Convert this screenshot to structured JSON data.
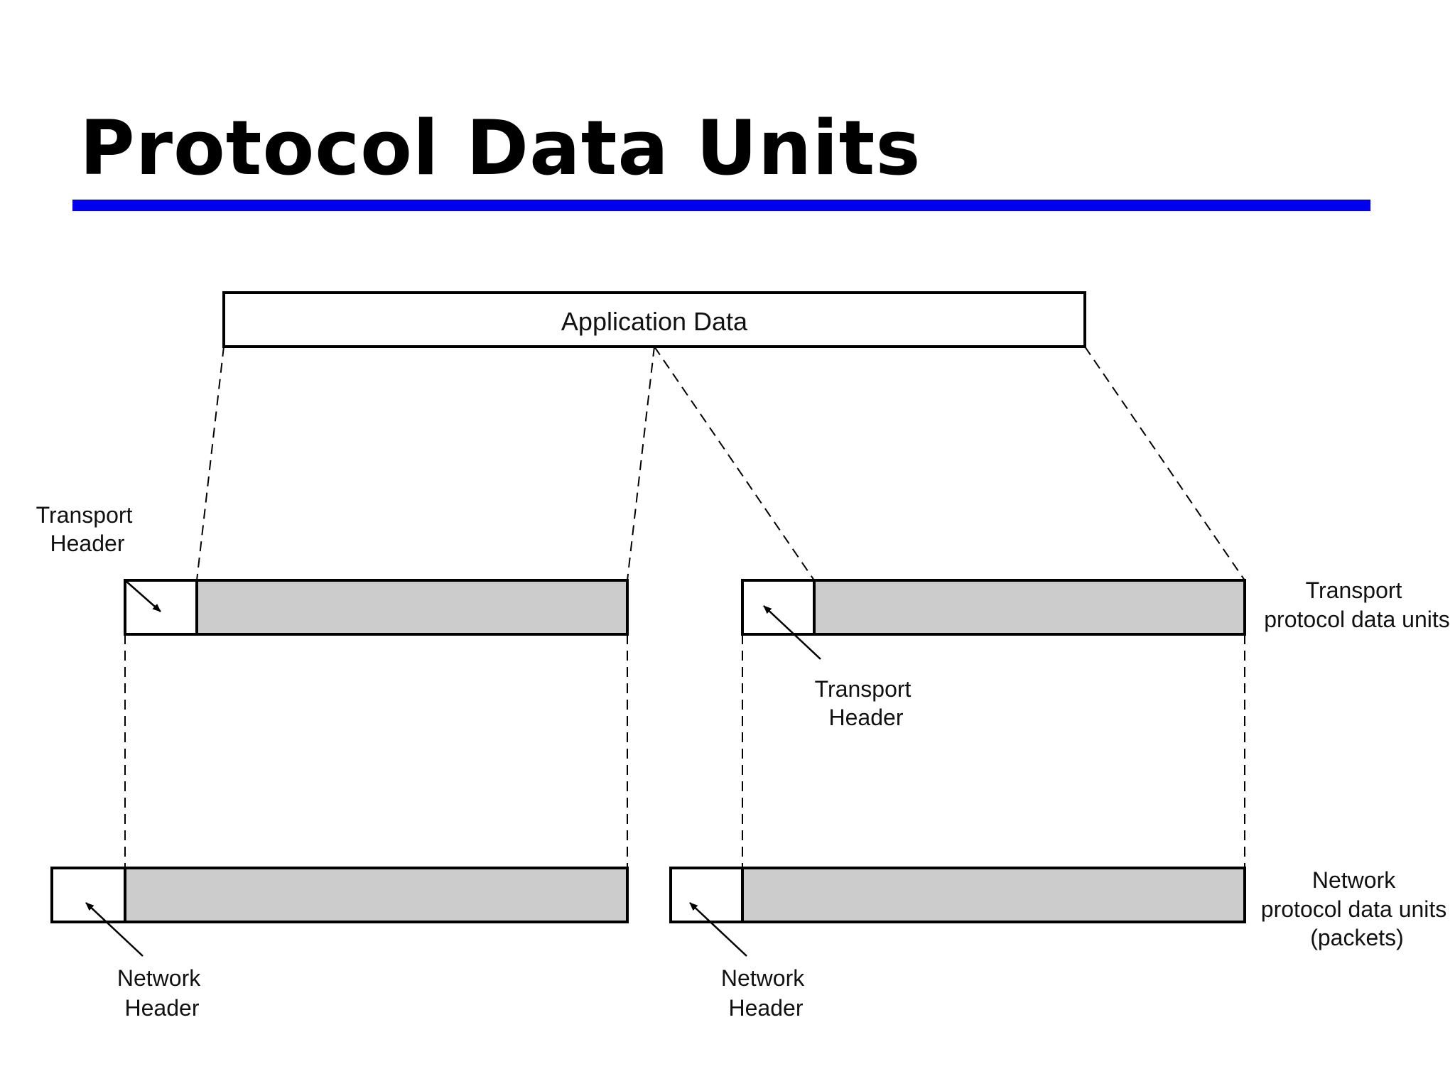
{
  "title": "Protocol Data Units",
  "colors": {
    "title_rule": "#0000ee",
    "payload_fill": "#cccccc",
    "stroke": "#000000"
  },
  "diagram": {
    "application_data": "Application Data",
    "transport_header_left": [
      "Transport",
      "Header"
    ],
    "transport_header_right": [
      "Transport",
      "Header"
    ],
    "transport_pdu_label": [
      "Transport",
      "protocol data units"
    ],
    "network_header_left": [
      "Network",
      "Header"
    ],
    "network_header_right": [
      "Network",
      "Header"
    ],
    "network_pdu_label": [
      "Network",
      "protocol data units",
      "(packets)"
    ]
  }
}
